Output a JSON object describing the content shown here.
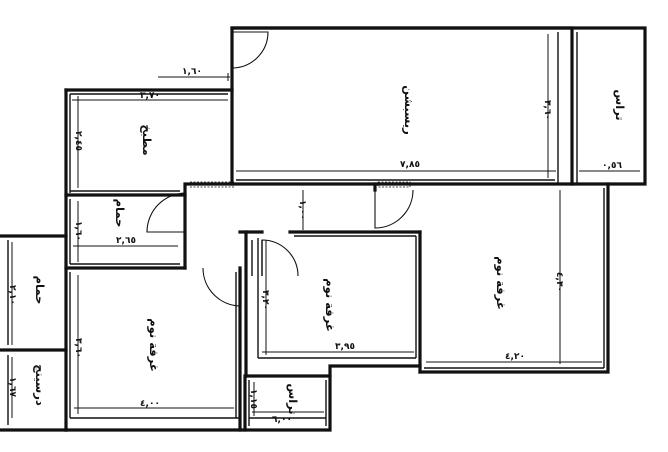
{
  "rooms": {
    "reception": "ريسبشن",
    "terrace_top": "تراس",
    "kitchen": "مطبخ",
    "bath_mid": "حمام",
    "bath_left": "حمام",
    "dressing": "درسينج",
    "bedroom_left": "غرفة نوم",
    "bedroom_mid": "غرفة نوم",
    "bedroom_right": "غرفة نوم",
    "terrace_bottom": "تراس"
  },
  "dimensions": {
    "entry_small": "١,٦٠",
    "kitchen_width": "٣,٧٠",
    "kitchen_depth": "٢,٤٥",
    "reception_width": "٧,٨٥",
    "reception_depth": "٣,٦٠",
    "terrace_top_width": "٠,٥٦",
    "corridor": "١,٠٠",
    "bath_mid_width": "٢,٦٥",
    "bath_mid_depth": "١,٦٠",
    "bath_left_depth": "٢,١٠",
    "dressing_depth": "١,٦٧",
    "bedroom_left_depth": "٣,٦٠",
    "bedroom_left_width": "٤,٠٠",
    "bedroom_mid_depth": "٣,٢٠",
    "bedroom_mid_width": "٣,٩٥",
    "bedroom_right_depth": "٤,٣٠",
    "bedroom_right_width": "٤,٢٠",
    "terrace_bottom_depth": "١,١٥",
    "terrace_bottom_width": "٦,٠٠"
  }
}
